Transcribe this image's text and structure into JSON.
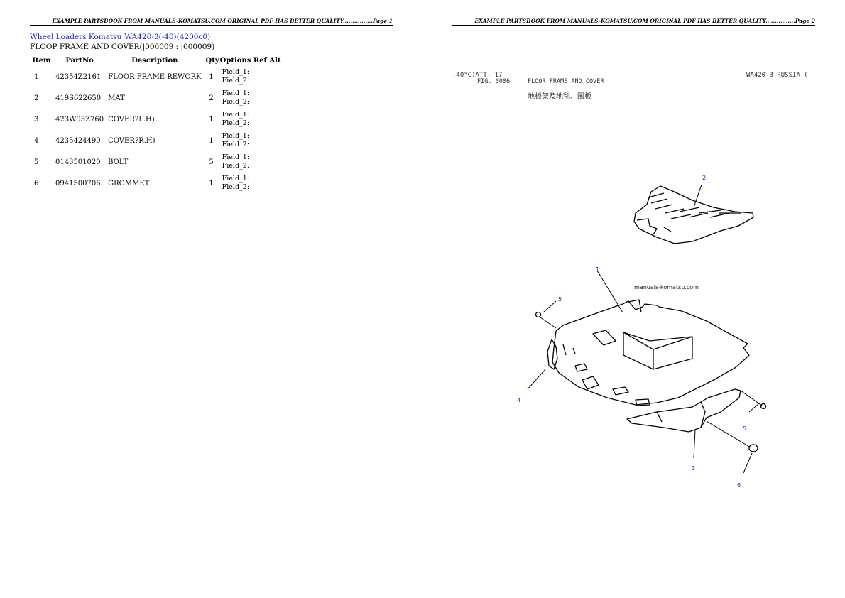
{
  "page1": {
    "header": "EXAMPLE PARTSBOOK FROM MANUALS-KOMATSU.COM ORIGINAL PDF HAS BETTER QUALITY................Page 1",
    "breadcrumbs": [
      {
        "label": "Wheel Loaders Komatsu"
      },
      {
        "label": "WA420-3(-40)(4200c0)"
      }
    ],
    "subtitle": "FLOOP FRAME AND COVER(|000009 : |000009)",
    "table": {
      "columns": [
        "Item",
        "PartNo",
        "Description",
        "Qty",
        "Options",
        "Ref",
        "Alt"
      ],
      "rows": [
        {
          "item": "1",
          "partno": "42354Z2161",
          "description": "FLOOR FRAME REWORK",
          "qty": "1",
          "field1": "Field_1:",
          "field2": "Field_2:"
        },
        {
          "item": "2",
          "partno": "419S622650",
          "description": "MAT",
          "qty": "2",
          "field1": "Field_1:",
          "field2": "Field_2:"
        },
        {
          "item": "3",
          "partno": "423W93Z760",
          "description": "COVER?L.H)",
          "qty": "1",
          "field1": "Field_1:",
          "field2": "Field_2:"
        },
        {
          "item": "4",
          "partno": "4235424490",
          "description": "COVER?R.H)",
          "qty": "1",
          "field1": "Field_1:",
          "field2": "Field_2:"
        },
        {
          "item": "5",
          "partno": "0143501020",
          "description": "BOLT",
          "qty": "5",
          "field1": "Field_1:",
          "field2": "Field_2:"
        },
        {
          "item": "6",
          "partno": "0941500706",
          "description": "GROMMET",
          "qty": "1",
          "field1": "Field_1:",
          "field2": "Field_2:"
        }
      ]
    }
  },
  "page2": {
    "header": "EXAMPLE PARTSBOOK FROM MANUALS-KOMATSU.COM ORIGINAL PDF HAS BETTER QUALITY................Page 2",
    "drawing": {
      "top_left": "-40°C)ATT- 17",
      "fig": "FIG. 0006",
      "title_en": "FLOOR FRAME AND COVER",
      "title_cn": "地板架及地毯、围板",
      "top_right": "WA420-3 RUSSIA (",
      "watermark": "manuals-komatsu.com",
      "callouts": [
        "1",
        "2",
        "3",
        "4",
        "5",
        "5",
        "6"
      ]
    }
  }
}
